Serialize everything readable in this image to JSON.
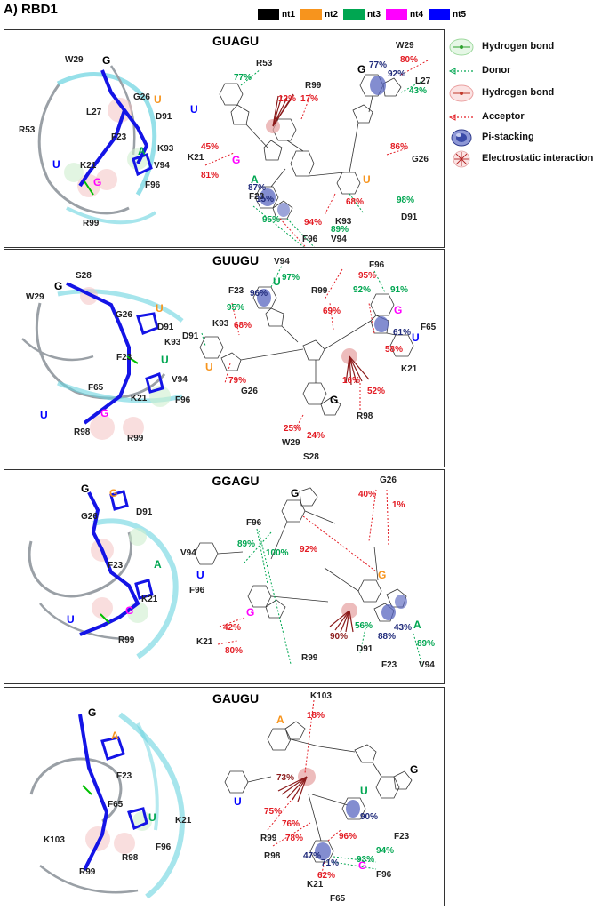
{
  "figure": {
    "title": "A) RBD1"
  },
  "legend_top": [
    {
      "label": "nt1",
      "color": "#000000"
    },
    {
      "label": "nt2",
      "color": "#f7941d"
    },
    {
      "label": "nt3",
      "color": "#00a651"
    },
    {
      "label": "nt4",
      "color": "#ff00ff"
    },
    {
      "label": "nt5",
      "color": "#0000ff"
    }
  ],
  "legend_right": [
    {
      "icon": "hydrogen-bond-green-icon",
      "label": "Hydrogen bond"
    },
    {
      "icon": "donor-arrow-icon",
      "label": "Donor"
    },
    {
      "icon": "hydrogen-bond-red-icon",
      "label": "Hydrogen bond"
    },
    {
      "icon": "acceptor-arrow-icon",
      "label": "Acceptor"
    },
    {
      "icon": "pi-stacking-icon",
      "label": "Pi-stacking"
    },
    {
      "icon": "electrostatic-icon",
      "label": "Electrostatic interaction"
    }
  ],
  "colors": {
    "donor": "#00a651",
    "acceptor": "#e31b23",
    "pi": "#1f2a7a",
    "electro": "#b22222",
    "ribbon": "#5ad6e6",
    "backbone": "#0000ff"
  },
  "panels": [
    {
      "title": "GUAGU",
      "structure_labels": [
        "W29",
        "G",
        "G26",
        "U",
        "D91",
        "R53",
        "L27",
        "K93",
        "F23",
        "A",
        "U",
        "K21",
        "V94",
        "G",
        "F96",
        "R99"
      ],
      "residues": [
        "R53",
        "R99",
        "W29",
        "L27",
        "K21",
        "G26",
        "F23",
        "K93",
        "D91",
        "F96",
        "V94"
      ],
      "nucleotides": [
        "U",
        "G",
        "G",
        "A",
        "U"
      ],
      "percentages": [
        "77%",
        "12%",
        "17%",
        "77%",
        "92%",
        "80%",
        "43%",
        "45%",
        "81%",
        "86%",
        "87%",
        "15%",
        "68%",
        "98%",
        "95%",
        "94%",
        "89%"
      ]
    },
    {
      "title": "GUUGU",
      "structure_labels": [
        "S28",
        "W29",
        "G",
        "G26",
        "U",
        "D91",
        "K93",
        "F23",
        "U",
        "V94",
        "F65",
        "K21",
        "F96",
        "U",
        "G",
        "R98",
        "R99"
      ],
      "residues": [
        "V94",
        "F96",
        "F23",
        "R99",
        "K93",
        "F65",
        "D91",
        "K21",
        "G26",
        "R98",
        "W29",
        "S28"
      ],
      "nucleotides": [
        "U",
        "U",
        "G",
        "U",
        "G"
      ],
      "percentages": [
        "95%",
        "97%",
        "92%",
        "91%",
        "96%",
        "69%",
        "68%",
        "61%",
        "58%",
        "95%",
        "79%",
        "16%",
        "52%",
        "25%",
        "24%"
      ]
    },
    {
      "title": "GGAGU",
      "structure_labels": [
        "G",
        "G",
        "G26",
        "D91",
        "V94",
        "F23",
        "A",
        "F96",
        "K21",
        "U",
        "G",
        "R99"
      ],
      "residues": [
        "G26",
        "F96",
        "K21",
        "R99",
        "D91",
        "F23",
        "V94"
      ],
      "nucleotides": [
        "G",
        "U",
        "G",
        "G",
        "A"
      ],
      "percentages": [
        "40%",
        "1%",
        "89%",
        "100%",
        "92%",
        "42%",
        "80%",
        "90%",
        "56%",
        "88%",
        "43%",
        "89%"
      ]
    },
    {
      "title": "GAUGU",
      "structure_labels": [
        "G",
        "A",
        "F23",
        "F65",
        "U",
        "K21",
        "K103",
        "F96",
        "R98",
        "R99"
      ],
      "residues": [
        "K103",
        "R99",
        "F23",
        "R98",
        "F96",
        "K21",
        "F65"
      ],
      "nucleotides": [
        "A",
        "G",
        "U",
        "U",
        "G"
      ],
      "percentages": [
        "18%",
        "73%",
        "75%",
        "76%",
        "78%",
        "90%",
        "96%",
        "94%",
        "47%",
        "93%",
        "71%",
        "62%"
      ]
    }
  ]
}
